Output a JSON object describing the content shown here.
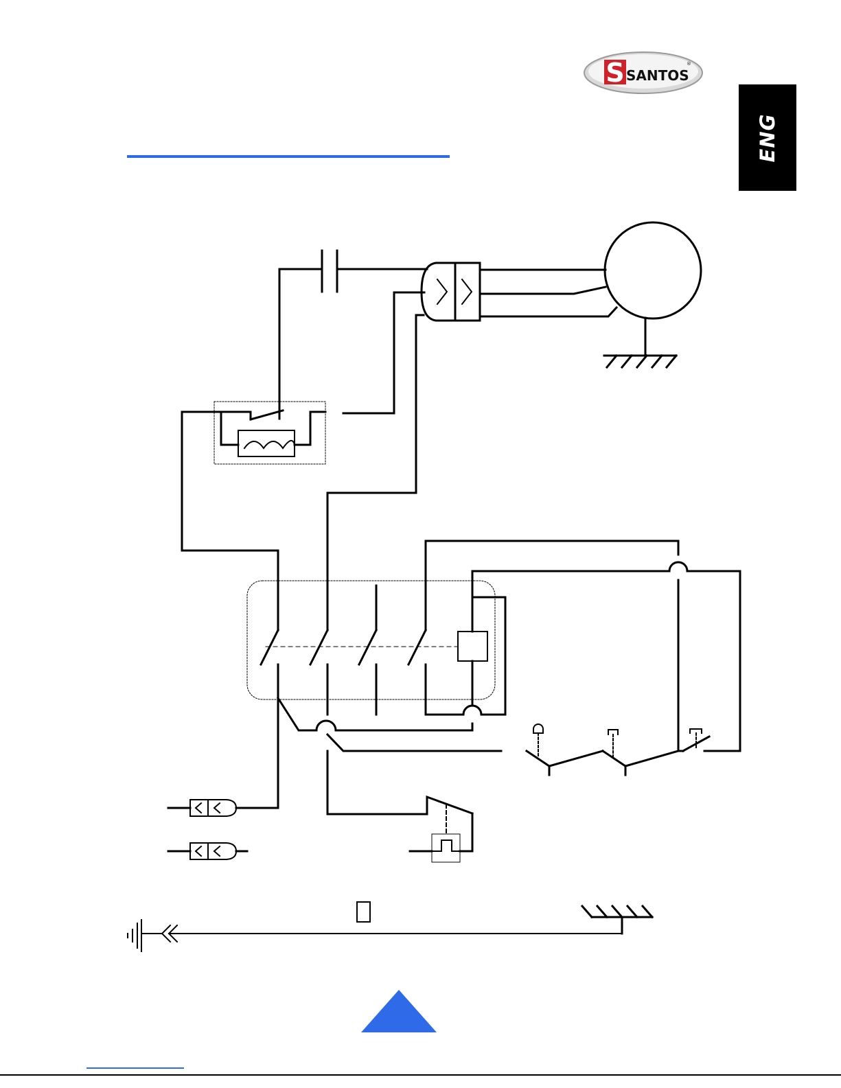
{
  "header": {
    "brand": {
      "logo_text": "SANTOS",
      "logo_letter": "S",
      "registered_mark": "®"
    },
    "language_tab": "ENG"
  },
  "colors": {
    "accent_blue": "#2F6BE8",
    "brand_red": "#D0202A",
    "lang_tab_bg": "#000000",
    "line": "#000000"
  },
  "icons": [
    "capacitor-symbol",
    "connector-symbol",
    "motor-symbol",
    "ground-symbol",
    "thermal-protector-symbol",
    "contactor-symbol",
    "push-button-switch-symbol",
    "safety-switch-symbol",
    "plug-connector-symbol",
    "earth-symbol",
    "page-up-triangle-icon"
  ]
}
